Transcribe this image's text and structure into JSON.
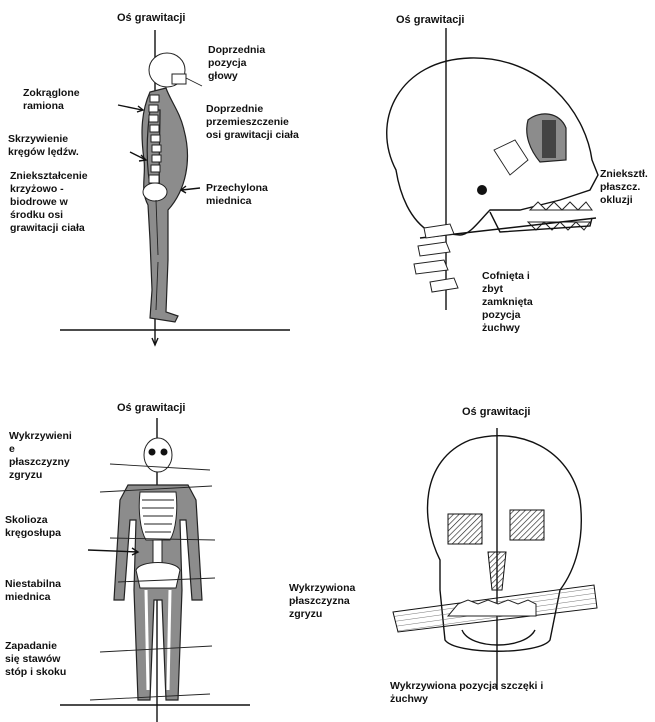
{
  "panels": {
    "side_body": {
      "title": "Oś grawitacji",
      "labels": {
        "head_forward": "Doprzednia\npozycja\ngłowy",
        "rounded_shoulders": "Zokrąglone\nramiona",
        "lumbar_curve": "Skrzywienie\nkręgów lędźw.",
        "forward_shift": "Doprzednie\nprzemieszczenie\nosi grawitacji ciała",
        "sacroiliac": "Zniekształcenie\nkrzyżowo -\nbiodrowe w\nśrodku osi\ngrawitacji ciała",
        "tilted_pelvis": "Przechylona\nmiednica"
      }
    },
    "side_skull": {
      "title": "Oś grawitacji",
      "labels": {
        "occlusion": "Znieksztł.\npłaszcz.\nokluzji",
        "mandible": "Cofnięta i\nzbyt\nzamknięta\npozycja\nżuchwy"
      }
    },
    "front_body": {
      "title": "Oś grawitacji",
      "labels": {
        "occlusal_plane": "Wykrzywieni\ne\npłaszczyzny\nzgryzu",
        "scoliosis": "Skolioza\nkręgosłupa",
        "pelvis": "Niestabilna\nmiednica",
        "joints": "Zapadanie\nsię stawów\nstóp i skoku"
      }
    },
    "front_skull": {
      "title": "Oś grawitacji",
      "labels": {
        "plane": "Wykrzywiona\npłaszczyzna\nzgryzu",
        "jaw": "Wykrzywiona pozycja szczęki i\nżuchwy"
      }
    }
  },
  "colors": {
    "fill_gray": "#8c8c8c",
    "ink": "#111111"
  }
}
